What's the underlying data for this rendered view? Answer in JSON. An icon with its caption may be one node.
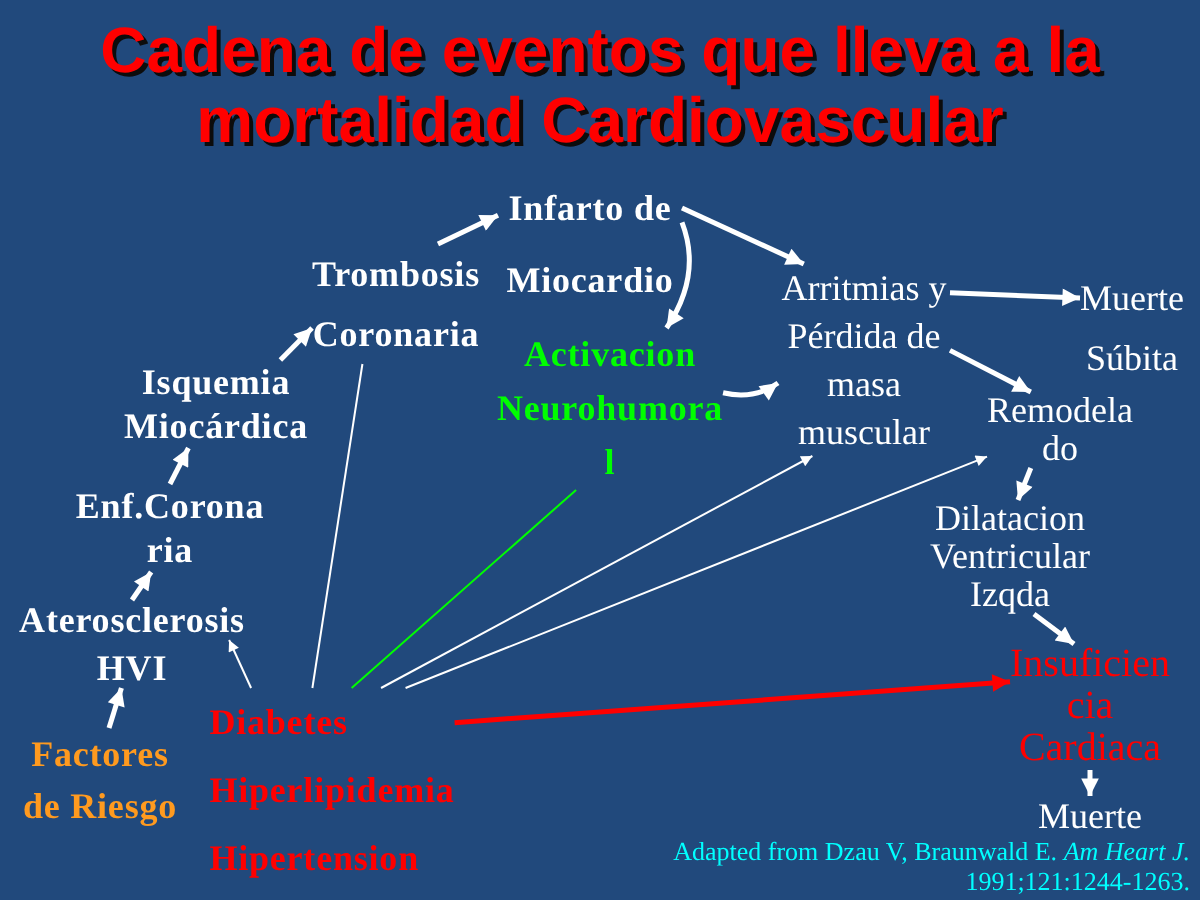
{
  "diagram": {
    "title": "Cadena de eventos que lleva a la mortalidad Cardiovascular",
    "caption": "Adapted from Dzau V, Braunwald E. *Am Heart J.* 1991;121:1244-1263.",
    "nodes": [
      {
        "text": [
          "Infarto de Miocardio"
        ]
      },
      {
        "text": [
          "Trombosis Coronaria"
        ]
      },
      {
        "text": [
          "Arritmias y Pérdida de masa muscular"
        ]
      },
      {
        "text": [
          "Muerte Súbita"
        ]
      },
      {
        "text": [
          "Activacion Neurohumora l"
        ]
      },
      {
        "text": [
          "Isquemia Miocárdica"
        ]
      },
      {
        "text": [
          "Remodela do"
        ]
      },
      {
        "text": [
          "Enf.Corona ria"
        ]
      },
      {
        "text": [
          "Dilatacion Ventricular Izqda"
        ]
      },
      {
        "text": [
          "Aterosclerosis"
        ]
      },
      {
        "text": [
          "HVI"
        ]
      },
      {
        "text": [
          "Insuficien cia Cardiaca"
        ]
      },
      {
        "text": [
          "Factores de Riesgo"
        ]
      },
      {
        "text": [
          "Diabetes",
          "Hiperlipidemia",
          "Hipertension"
        ]
      },
      {
        "text": [
          "Muerte"
        ]
      }
    ],
    "edges": [
      {
        "from": 12,
        "to": 10,
        "arrow": "to"
      },
      {
        "from": 9,
        "to": 7,
        "arrow": "to"
      },
      {
        "from": 7,
        "to": 5,
        "arrow": "to"
      },
      {
        "from": 5,
        "to": 1,
        "arrow": "to"
      },
      {
        "from": 1,
        "to": 0,
        "arrow": "to"
      },
      {
        "from": 0,
        "to": 4,
        "arrow": "to"
      },
      {
        "from": 0,
        "to": 2,
        "arrow": "to"
      },
      {
        "from": 4,
        "to": 2,
        "arrow": "to"
      },
      {
        "from": 2,
        "to": 3,
        "arrow": "to"
      },
      {
        "from": 2,
        "to": 6,
        "arrow": "to"
      },
      {
        "from": 6,
        "to": 8,
        "arrow": "to"
      },
      {
        "from": 8,
        "to": 11,
        "arrow": "to"
      },
      {
        "from": 11,
        "to": 14,
        "arrow": "to"
      },
      {
        "from": 13,
        "to": 9,
        "arrow": "to"
      },
      {
        "from": 13,
        "to": 1,
        "arrow": "none"
      },
      {
        "from": 13,
        "to": 4,
        "arrow": "none",
        "color": "#00ff00"
      },
      {
        "from": 13,
        "to": 2,
        "arrow": "to"
      },
      {
        "from": 13,
        "to": 6,
        "arrow": "to"
      },
      {
        "from": 13,
        "to": 11,
        "arrow": "to",
        "color": "#ff0000"
      }
    ]
  }
}
